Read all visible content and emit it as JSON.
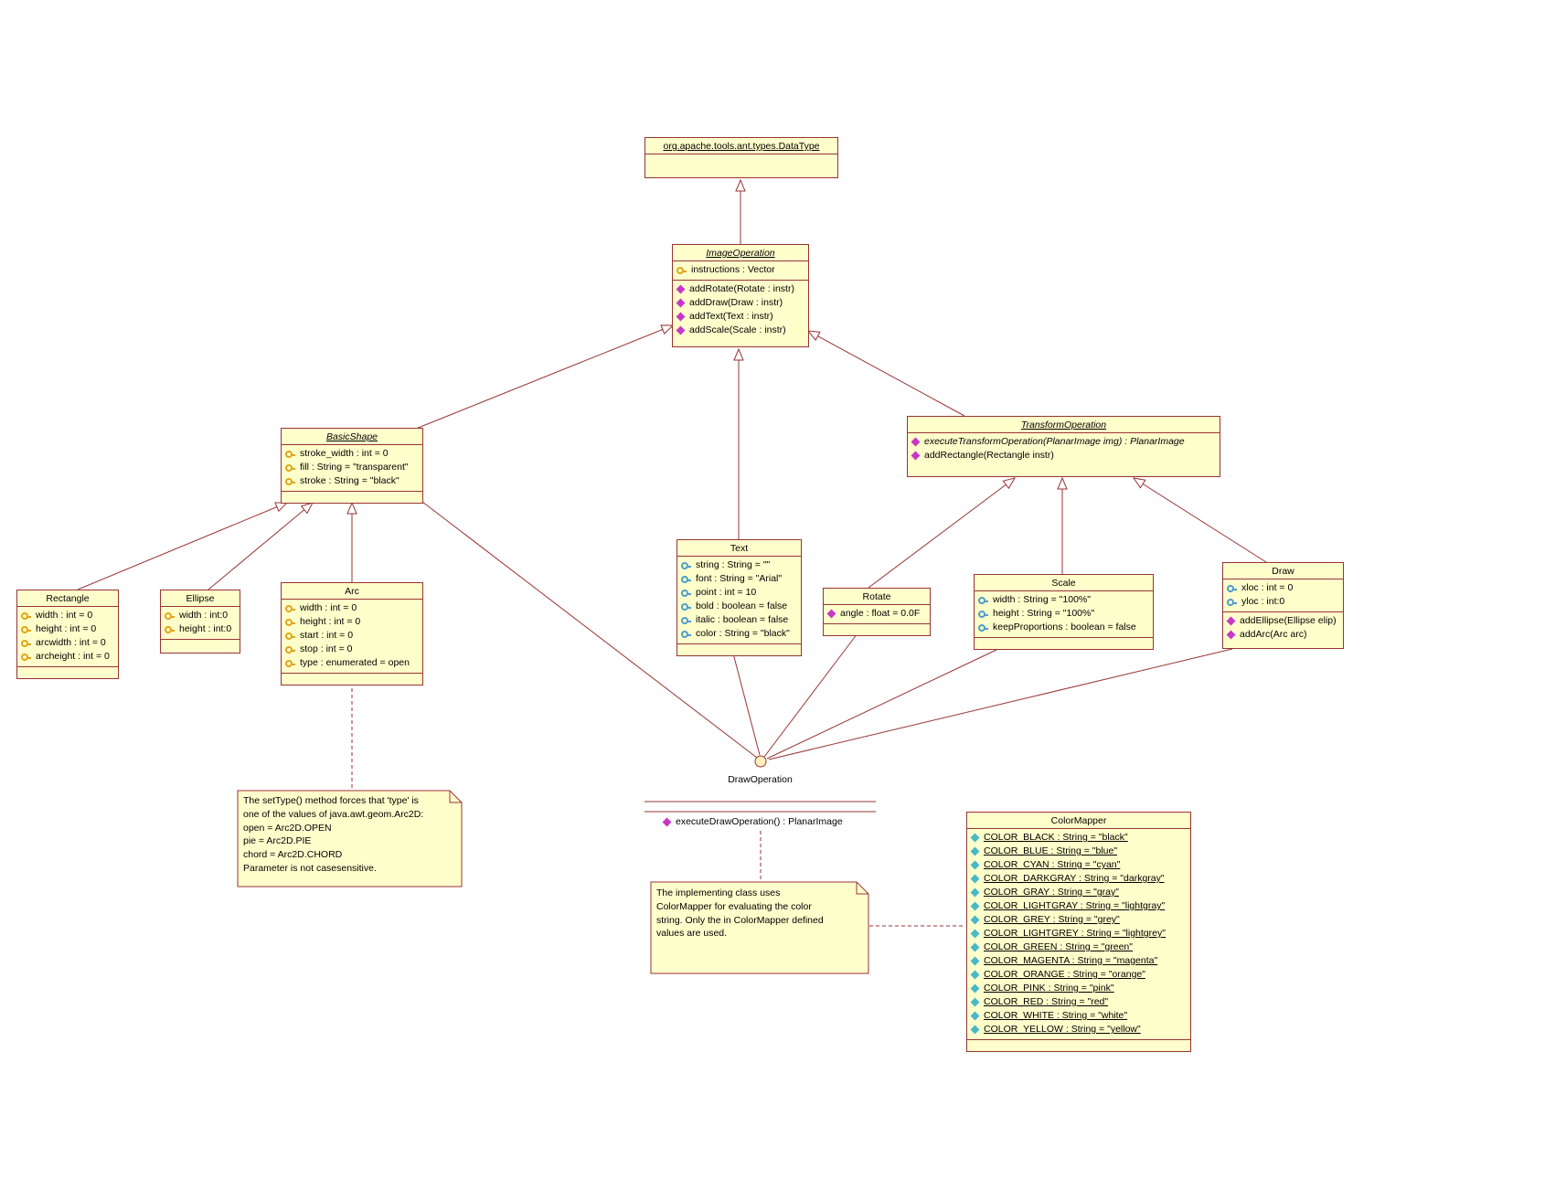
{
  "diagram": {
    "colors": {
      "box_fill": "#FFFFCC",
      "border": "#993333",
      "line": "#993333",
      "background": "#FFFFFF"
    }
  },
  "classes": {
    "datatype": {
      "title": "org.apache.tools.ant.types.DataType",
      "titleUnderline": true,
      "attrsEmpty": true
    },
    "imageoperation": {
      "title": "ImageOperation",
      "titleItalic": true,
      "titleUnderline": true,
      "attrs": [
        {
          "icon": "key",
          "text": "instructions : Vector"
        }
      ],
      "ops": [
        {
          "icon": "diamond",
          "text": "addRotate(Rotate : instr)"
        },
        {
          "icon": "diamond",
          "text": "addDraw(Draw : instr)"
        },
        {
          "icon": "diamond",
          "text": "addText(Text : instr)"
        },
        {
          "icon": "diamond",
          "text": "addScale(Scale : instr)"
        }
      ]
    },
    "basicshape": {
      "title": "BasicShape",
      "titleItalic": true,
      "titleUnderline": true,
      "attrs": [
        {
          "icon": "key",
          "text": "stroke_width : int = 0"
        },
        {
          "icon": "key",
          "text": "fill : String = \"transparent\""
        },
        {
          "icon": "key",
          "text": "stroke : String = \"black\""
        }
      ],
      "opsEmpty": true
    },
    "transformoperation": {
      "title": "TransformOperation",
      "titleItalic": true,
      "titleUnderline": true,
      "ops": [
        {
          "icon": "diamond",
          "text": "executeTransformOperation(PlanarImage img) : PlanarImage",
          "italic": true
        },
        {
          "icon": "diamond",
          "text": "addRectangle(Rectangle instr)"
        }
      ]
    },
    "rectangle": {
      "title": "Rectangle",
      "attrs": [
        {
          "icon": "key",
          "text": "width : int = 0"
        },
        {
          "icon": "key",
          "text": "height : int = 0"
        },
        {
          "icon": "key",
          "text": "arcwidth : int = 0"
        },
        {
          "icon": "key",
          "text": "archeight : int = 0"
        }
      ],
      "opsEmpty": true
    },
    "ellipse": {
      "title": "Ellipse",
      "attrs": [
        {
          "icon": "key",
          "text": "width : int:0"
        },
        {
          "icon": "key",
          "text": "height : int:0"
        }
      ],
      "opsEmpty": true
    },
    "arc": {
      "title": "Arc",
      "attrs": [
        {
          "icon": "key",
          "text": "width : int = 0"
        },
        {
          "icon": "key",
          "text": "height : int = 0"
        },
        {
          "icon": "key",
          "text": "start : int = 0"
        },
        {
          "icon": "key",
          "text": "stop : int = 0"
        },
        {
          "icon": "key",
          "text": "type : enumerated = open"
        }
      ],
      "opsEmpty": true
    },
    "text": {
      "title": "Text",
      "attrs": [
        {
          "icon": "bluekey",
          "text": "string : String = \"\""
        },
        {
          "icon": "bluekey",
          "text": "font : String = \"Arial\""
        },
        {
          "icon": "bluekey",
          "text": "point : int = 10"
        },
        {
          "icon": "bluekey",
          "text": "bold : boolean = false"
        },
        {
          "icon": "bluekey",
          "text": "italic : boolean = false"
        },
        {
          "icon": "bluekey",
          "text": "color : String = \"black\""
        }
      ],
      "opsEmpty": true
    },
    "rotate": {
      "title": "Rotate",
      "attrs": [
        {
          "icon": "diamond",
          "text": "angle : float = 0.0F"
        }
      ],
      "opsEmpty": true
    },
    "scale": {
      "title": "Scale",
      "attrs": [
        {
          "icon": "bluekey",
          "text": "width : String = \"100%\""
        },
        {
          "icon": "bluekey",
          "text": "height : String = \"100%\""
        },
        {
          "icon": "bluekey",
          "text": "keepProportions : boolean = false"
        }
      ],
      "opsEmpty": true
    },
    "draw": {
      "title": "Draw",
      "attrs": [
        {
          "icon": "bluekey",
          "text": "xloc : int = 0"
        },
        {
          "icon": "bluekey",
          "text": "yloc : int:0"
        }
      ],
      "ops": [
        {
          "icon": "diamond",
          "text": "addEllipse(Ellipse elip)"
        },
        {
          "icon": "diamond",
          "text": "addArc(Arc arc)"
        }
      ]
    },
    "colormapper": {
      "title": "ColorMapper",
      "attrs": [
        {
          "icon": "cyandiamond",
          "text": "COLOR_BLACK : String = \"black\"",
          "underline": true
        },
        {
          "icon": "cyandiamond",
          "text": "COLOR_BLUE : String = \"blue\"",
          "underline": true
        },
        {
          "icon": "cyandiamond",
          "text": "COLOR_CYAN : String = \"cyan\"",
          "underline": true
        },
        {
          "icon": "cyandiamond",
          "text": "COLOR_DARKGRAY : String = \"darkgray\"",
          "underline": true
        },
        {
          "icon": "cyandiamond",
          "text": "COLOR_GRAY : String = \"gray\"",
          "underline": true
        },
        {
          "icon": "cyandiamond",
          "text": "COLOR_LIGHTGRAY : String = \"lightgray\"",
          "underline": true
        },
        {
          "icon": "cyandiamond",
          "text": "COLOR_GREY : String = \"grey\"",
          "underline": true
        },
        {
          "icon": "cyandiamond",
          "text": "COLOR_LIGHTGREY : String = \"lightgrey\"",
          "underline": true
        },
        {
          "icon": "cyandiamond",
          "text": "COLOR_GREEN : String = \"green\"",
          "underline": true
        },
        {
          "icon": "cyandiamond",
          "text": "COLOR_MAGENTA : String = \"magenta\"",
          "underline": true
        },
        {
          "icon": "cyandiamond",
          "text": "COLOR_ORANGE : String = \"orange\"",
          "underline": true
        },
        {
          "icon": "cyandiamond",
          "text": "COLOR_PINK : String = \"pink\"",
          "underline": true
        },
        {
          "icon": "cyandiamond",
          "text": "COLOR_RED : String = \"red\"",
          "underline": true
        },
        {
          "icon": "cyandiamond",
          "text": "COLOR_WHITE : String = \"white\"",
          "underline": true
        },
        {
          "icon": "cyandiamond",
          "text": "COLOR_YELLOW : String = \"yellow\"",
          "underline": true
        }
      ],
      "opsEmpty": true
    }
  },
  "interface_lollipop": {
    "label": "DrawOperation",
    "op": "executeDrawOperation() : PlanarImage"
  },
  "notes": {
    "arc_note": "The setType() method forces that 'type' is\none of the values of java.awt.geom.Arc2D:\nopen = Arc2D.OPEN\npie = Arc2D.PIE\nchord = Arc2D.CHORD\nParameter is not casesensitive.",
    "colormapper_note": "The implementing class uses\nColorMapper for evaluating the color\nstring. Only the in ColorMapper defined\nvalues are used."
  }
}
